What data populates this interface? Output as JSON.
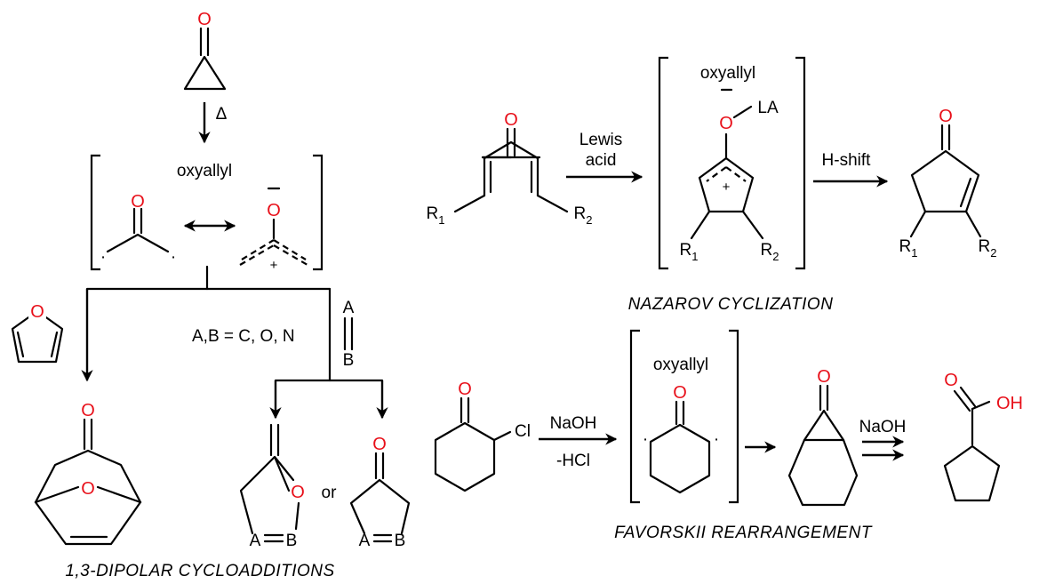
{
  "colors": {
    "heteroatom": "#e8101a",
    "ink": "#000000"
  },
  "atoms": {
    "oxygen": "O",
    "chlorine": "Cl",
    "hydroxyl": "OH",
    "a": "A",
    "b": "B",
    "lewis_acid": "LA"
  },
  "symbols": {
    "heat": "Δ",
    "plus": "+",
    "minus": "–",
    "dot": "·",
    "or": "or"
  },
  "substituents": {
    "r": "R",
    "sub1": "1",
    "sub2": "2"
  },
  "intermediate": {
    "label": "oxyallyl"
  },
  "dipolar": {
    "heteroatoms": "A,B = C, O, N",
    "caption": "1,3-DIPOLAR CYCLOADDITIONS"
  },
  "nazarov": {
    "reagent_line1": "Lewis",
    "reagent_line2": "acid",
    "shift_label": "H-shift",
    "caption": "NAZAROV CYCLIZATION"
  },
  "favorskii": {
    "reagent_top": "NaOH",
    "reagent_bottom": "-HCl",
    "reagent_second": "NaOH",
    "caption": "FAVORSKII REARRANGEMENT"
  }
}
